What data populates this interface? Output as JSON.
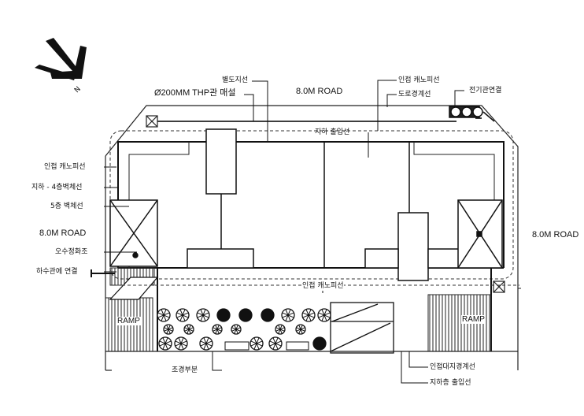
{
  "labels": {
    "pipe_note": "Ø200MM THP관 매설",
    "road_top": "8.0M ROAD",
    "road_left": "8.0M ROAD",
    "road_right": "8.0M ROAD",
    "top_a": "별도지선",
    "top_b": "인접 캐노피선",
    "top_c": "도로경계선",
    "top_d": "전기관연결",
    "center_top": "지하 출입선",
    "left_1": "인접 캐노피선",
    "left_2": "지하 - 4층벽체선",
    "left_3": "5층 벽체선",
    "left_4": "오수정화조",
    "left_5": "하수관에 연결",
    "center_bottom": "인접 캐노피선",
    "bottom_1": "조경부분",
    "bottom_2": "인접대지경계선",
    "bottom_3": "지하층 출입선",
    "ramp_left": "RAMP",
    "ramp_right": "RAMP"
  },
  "icons": [
    "north-arrow-icon",
    "tree-symbol-icon",
    "manhole-icon"
  ]
}
